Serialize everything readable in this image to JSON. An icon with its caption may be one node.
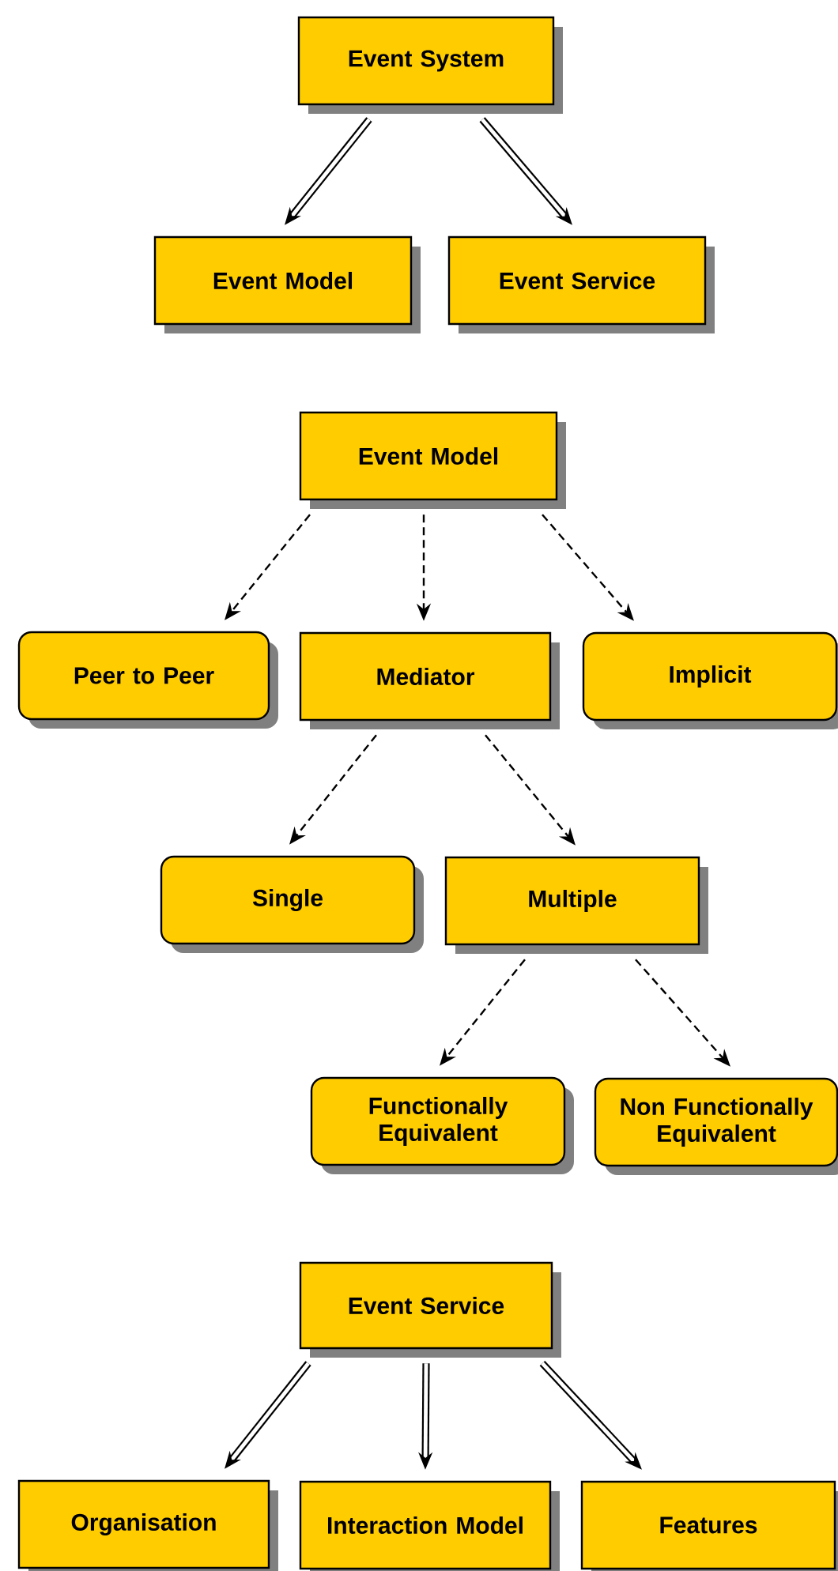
{
  "diagram": {
    "nodes": [
      {
        "text": [
          "Event System"
        ]
      },
      {
        "text": [
          "Event Model"
        ]
      },
      {
        "text": [
          "Event Service"
        ]
      },
      {
        "text": [
          "Event Model"
        ]
      },
      {
        "text": [
          "Peer to Peer"
        ]
      },
      {
        "text": [
          "Mediator"
        ]
      },
      {
        "text": [
          "Implicit"
        ]
      },
      {
        "text": [
          "Single"
        ]
      },
      {
        "text": [
          "Multiple"
        ]
      },
      {
        "text": [
          "Functionally Equivalent"
        ]
      },
      {
        "text": [
          "Non Functionally Equivalent"
        ]
      },
      {
        "text": [
          "Event Service"
        ]
      },
      {
        "text": [
          "Organisation"
        ]
      },
      {
        "text": [
          "Interaction Model"
        ]
      },
      {
        "text": [
          "Features"
        ]
      }
    ],
    "edges": [
      {
        "from": 0,
        "to": 1,
        "arrow": "to",
        "style": "thick"
      },
      {
        "from": 0,
        "to": 2,
        "arrow": "to",
        "style": "thick"
      },
      {
        "from": 3,
        "to": 4,
        "arrow": "to",
        "style": "dashed"
      },
      {
        "from": 3,
        "to": 5,
        "arrow": "to",
        "style": "dashed"
      },
      {
        "from": 3,
        "to": 6,
        "arrow": "to",
        "style": "dashed"
      },
      {
        "from": 5,
        "to": 7,
        "arrow": "to",
        "style": "dashed"
      },
      {
        "from": 5,
        "to": 8,
        "arrow": "to",
        "style": "dashed"
      },
      {
        "from": 8,
        "to": 9,
        "arrow": "to",
        "style": "dashed"
      },
      {
        "from": 8,
        "to": 10,
        "arrow": "to",
        "style": "dashed"
      },
      {
        "from": 11,
        "to": 12,
        "arrow": "to",
        "style": "thick"
      },
      {
        "from": 11,
        "to": 13,
        "arrow": "to",
        "style": "thick"
      },
      {
        "from": 11,
        "to": 14,
        "arrow": "to",
        "style": "thick"
      }
    ]
  }
}
